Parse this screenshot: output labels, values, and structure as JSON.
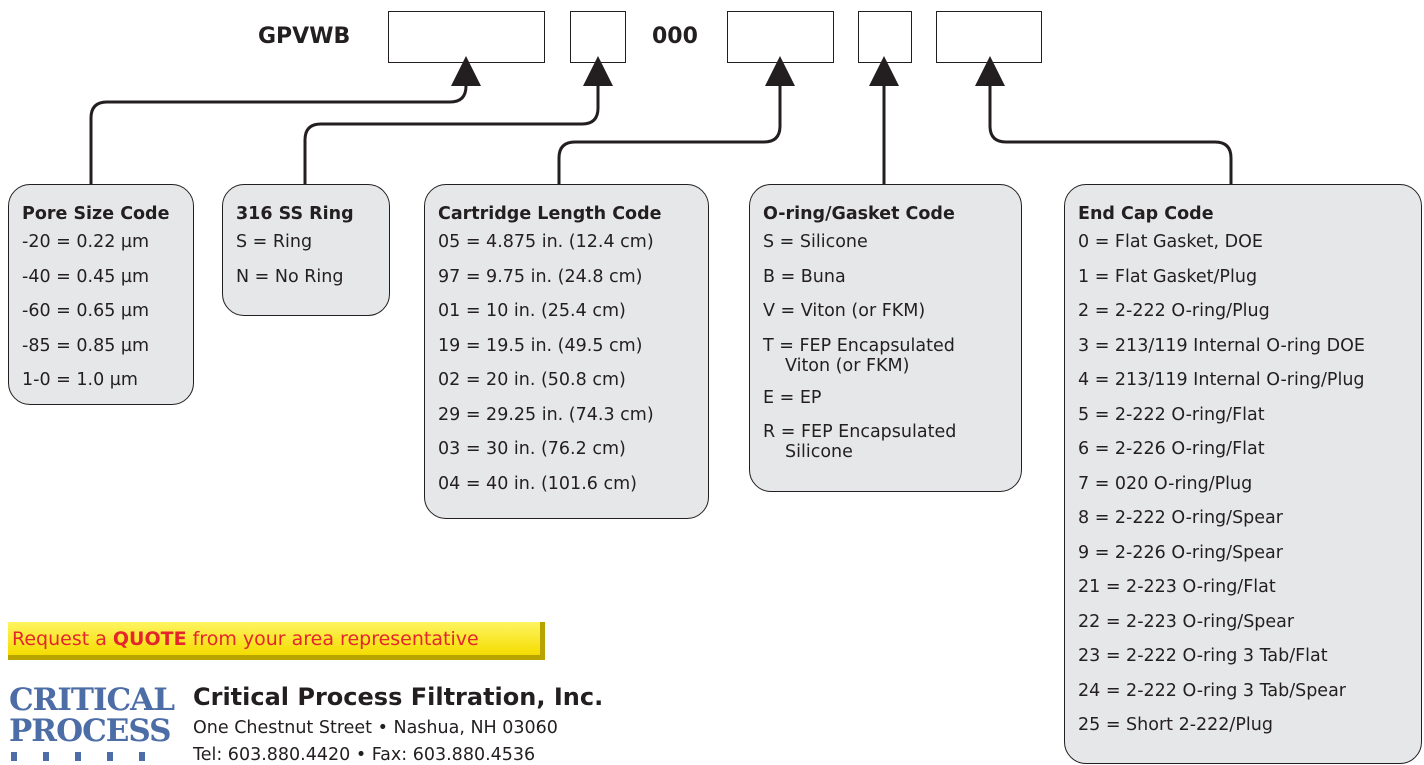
{
  "part_number": {
    "prefix": "GPVWB",
    "fixed_code": "000"
  },
  "panels": {
    "pore_size": {
      "title": "Pore Size Code",
      "items": [
        "-20 = 0.22 µm",
        "-40 = 0.45 µm",
        "-60 = 0.65 µm",
        "-85 = 0.85 µm",
        "1-0 = 1.0 µm"
      ]
    },
    "ss_ring": {
      "title": "316 SS Ring",
      "items": [
        "S = Ring",
        "N = No Ring"
      ]
    },
    "cartridge_length": {
      "title": "Cartridge Length Code",
      "items": [
        "05 = 4.875 in. (12.4 cm)",
        "97 = 9.75 in. (24.8 cm)",
        "01 = 10 in. (25.4 cm)",
        "19 = 19.5 in. (49.5 cm)",
        "02 = 20 in. (50.8 cm)",
        "29 = 29.25 in. (74.3 cm)",
        "03 = 30 in. (76.2 cm)",
        "04 = 40 in. (101.6 cm)"
      ]
    },
    "oring_gasket": {
      "title": "O-ring/Gasket Code",
      "items": [
        {
          "main": "S = Silicone",
          "cont": ""
        },
        {
          "main": "B = Buna",
          "cont": ""
        },
        {
          "main": "V = Viton (or FKM)",
          "cont": ""
        },
        {
          "main": "T = FEP Encapsulated",
          "cont": "Viton (or FKM)"
        },
        {
          "main": "E = EP",
          "cont": ""
        },
        {
          "main": "R = FEP Encapsulated",
          "cont": "Silicone"
        }
      ]
    },
    "end_cap": {
      "title": "End Cap Code",
      "items": [
        "0 = Flat Gasket, DOE",
        "1 = Flat Gasket/Plug",
        "2 = 2-222 O-ring/Plug",
        "3 = 213/119 Internal O-ring DOE",
        "4 = 213/119 Internal O-ring/Plug",
        "5 = 2-222 O-ring/Flat",
        "6 = 2-226 O-ring/Flat",
        "7 = 020 O-ring/Plug",
        "8 = 2-222 O-ring/Spear",
        "9 = 2-226 O-ring/Spear",
        "21 = 2-223 O-ring/Flat",
        "22 = 2-223 O-ring/Spear",
        "23 = 2-222 O-ring 3 Tab/Flat",
        "24 = 2-222 O-ring 3 Tab/Spear",
        "25 = Short 2-222/Plug"
      ]
    }
  },
  "quote": {
    "prefix": "Request a ",
    "bold": "QUOTE",
    "suffix": " from your area representative"
  },
  "company": {
    "logo_line1": "CRITICAL",
    "logo_line2": "PROCESS",
    "name": "Critical Process Filtration, Inc.",
    "address": "One Chestnut Street • Nashua, NH  03060",
    "tel": "Tel: 603.880.4420 • Fax: 603.880.4536"
  },
  "colors": {
    "panel_fill": "#e6e7e8",
    "quote_text": "#e4262c",
    "quote_fill": "#f4dc00",
    "logo": "#4d6da6"
  }
}
